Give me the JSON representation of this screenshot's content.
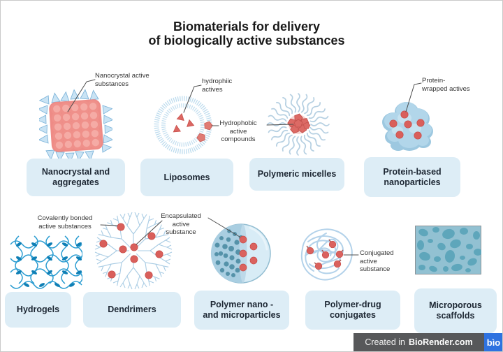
{
  "title": {
    "line1": "Biomaterials for delivery",
    "line2": "of biologically active substances",
    "full": "Biomaterials for delivery\nof biologically active substances"
  },
  "categories": [
    {
      "label": "Nanocrystal and\naggregates"
    },
    {
      "label": "Liposomes"
    },
    {
      "label": "Polymeric micelles"
    },
    {
      "label": "Protein-based\nnanoparticles"
    },
    {
      "label": "Hydrogels"
    },
    {
      "label": "Dendrimers"
    },
    {
      "label": "Polymer nano -\nand microparticles"
    },
    {
      "label": "Polymer-drug\nconjugates"
    },
    {
      "label": "Microporous\nscaffolds"
    }
  ],
  "annotations": [
    {
      "text": "Nanocrystal active\nsubstances"
    },
    {
      "text": "hydrophiic\nactives"
    },
    {
      "text": "Hydrophobic\nactive\ncompounds"
    },
    {
      "text": "Protein-\nwrapped actives"
    },
    {
      "text": "Covalently bonded\nactive substances"
    },
    {
      "text": "Encapsulated\nactive\nsubstance"
    },
    {
      "text": "Conjugated\nactive\nsubstance"
    }
  ],
  "footer": {
    "created_in": "Created in",
    "brand": "BioRender.com",
    "logo": "bìo"
  },
  "colors": {
    "category_box_bg": "#ddedf6",
    "category_text": "#1d2733",
    "active_red": "#da625e",
    "structure_light_blue": "#aecfe6",
    "hydrogel_teal": "#2a9cd1",
    "scaffold_bg": "#92c1d2",
    "scaffold_pore": "#5ea6bb",
    "footer_bar": "#57585a",
    "footer_logo_blue": "#2e72e0"
  }
}
